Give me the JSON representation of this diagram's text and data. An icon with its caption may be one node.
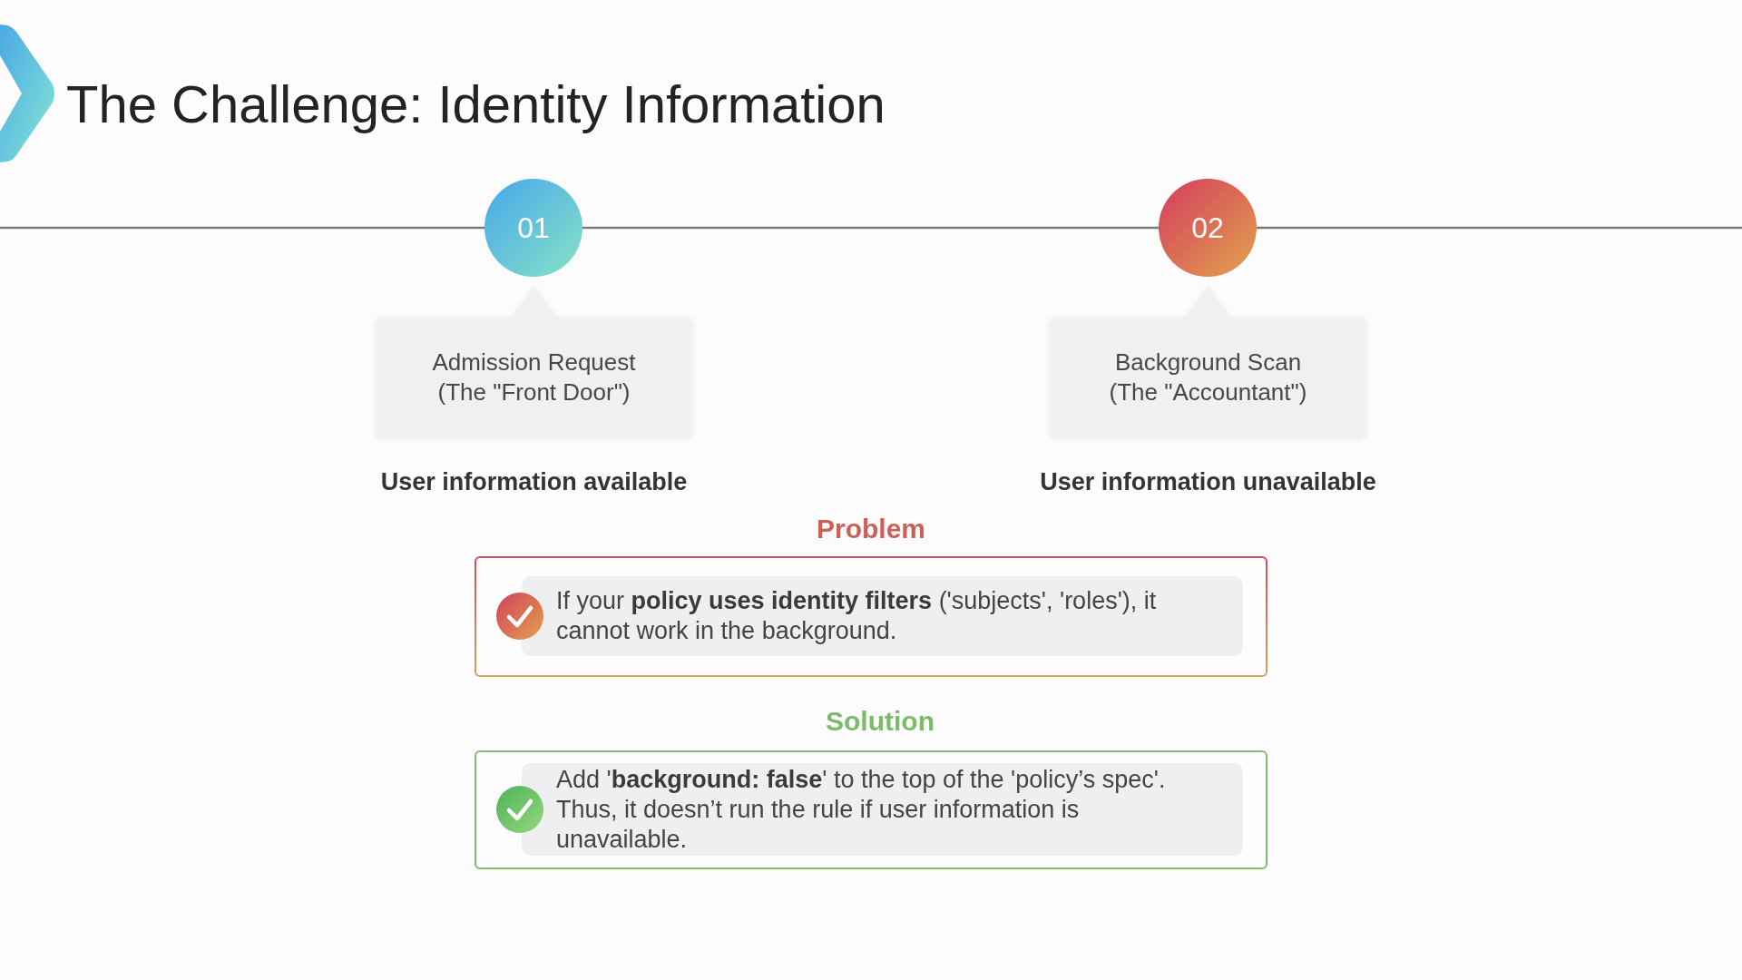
{
  "diagram": {
    "title": "The Challenge: Identity Information",
    "nodes": [
      {
        "text": [
          "01"
        ]
      },
      {
        "text": [
          "Admission Request (The \"Front Door\")"
        ],
        "beside": [
          "User information available"
        ]
      },
      {
        "text": [
          "02"
        ]
      },
      {
        "text": [
          "Background Scan (The \"Accountant\")"
        ],
        "beside": [
          "User information unavailable"
        ]
      },
      {
        "text": [
          "Problem",
          "If your **policy uses identity filters** ('subjects', 'roles'), it cannot work in the background."
        ]
      },
      {
        "text": [
          "Solution",
          "Add '**background: false**' to the top of the 'policy’s spec'. Thus, it doesn’t run the rule if user information is unavailable."
        ]
      }
    ],
    "edges": [
      {
        "from": null,
        "to": 0,
        "arrow": "none"
      },
      {
        "from": 0,
        "to": 2,
        "arrow": "none"
      },
      {
        "from": 2,
        "to": null,
        "arrow": "none"
      }
    ]
  }
}
